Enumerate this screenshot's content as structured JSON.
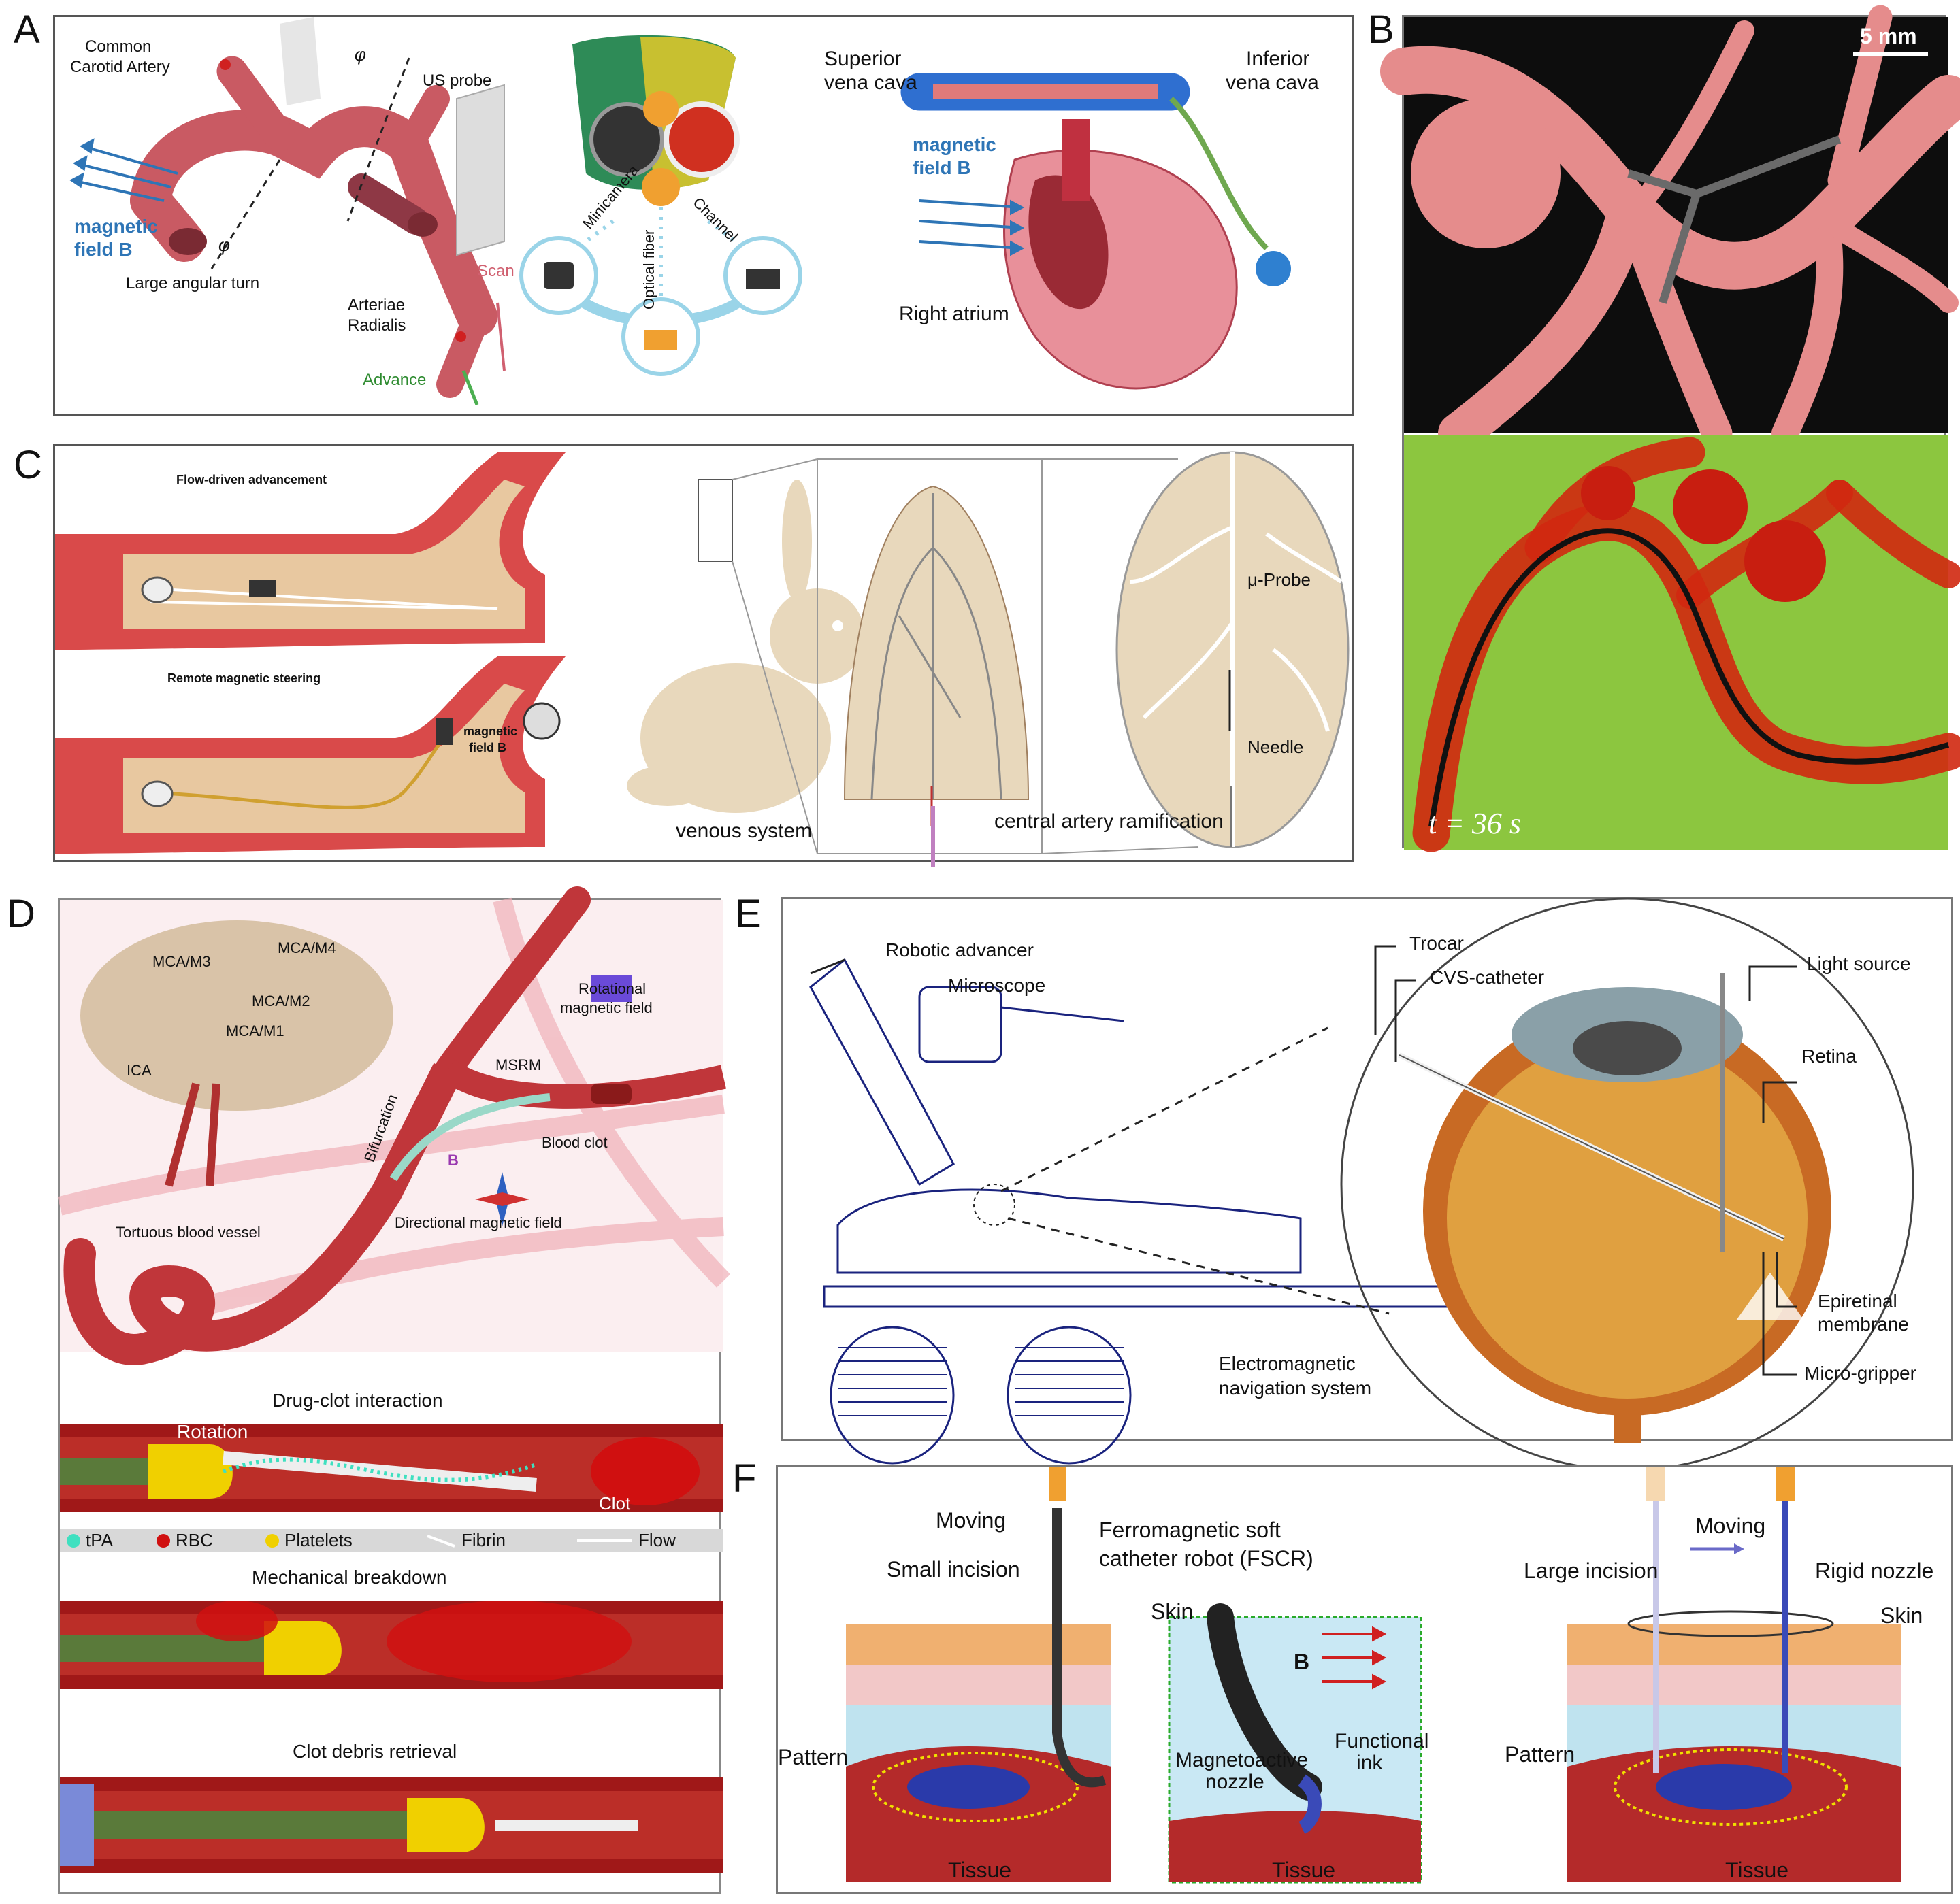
{
  "panels": {
    "A": {
      "label": "A",
      "common_carotid": [
        "Common",
        "Carotid Artery"
      ],
      "us_probe": "US probe",
      "magnetic_field": [
        "magnetic",
        "field B"
      ],
      "large_angular_turn": "Large angular turn",
      "arteriae_radialis": [
        "Arteriae",
        "Radialis"
      ],
      "scan": "Scan",
      "advance": "Advance",
      "phi": "φ",
      "minicamera": "Minicamera",
      "optical_fiber": "Optical fiber",
      "channel": "Channel",
      "superior_vena_cava": [
        "Superior",
        "vena cava"
      ],
      "inferior_vena_cava": [
        "Inferior",
        "vena cava"
      ],
      "magnetic_field_2": [
        "magnetic",
        "field B"
      ],
      "right_atrium": "Right atrium"
    },
    "B": {
      "label": "B",
      "scale_bar": "5 mm",
      "time": "t = 36 s"
    },
    "C": {
      "label": "C",
      "flow_driven": "Flow-driven advancement",
      "remote_steering": "Remote magnetic steering",
      "magnetic_field": [
        "magnetic",
        "field B"
      ],
      "mu_probe": "μ-Probe",
      "needle": "Needle",
      "venous_system": "venous system",
      "central_artery": "central artery ramification"
    },
    "D": {
      "label": "D",
      "mca_m3": "MCA/M3",
      "mca_m4": "MCA/M4",
      "mca_m2": "MCA/M2",
      "mca_m1": "MCA/M1",
      "ica": "ICA",
      "rotational_field": [
        "Rotational",
        "magnetic field"
      ],
      "msrm": "MSRM",
      "bifurcation": "Bifurcation",
      "blood_clot": "Blood clot",
      "b": "B",
      "directional_field": "Directional magnetic field",
      "tortuous": "Tortuous blood vessel",
      "drug_clot": "Drug-clot interaction",
      "rotation": "Rotation",
      "clot": "Clot",
      "legend": [
        "tPA",
        "RBC",
        "Platelets",
        "Fibrin",
        "Flow"
      ],
      "mechanical": "Mechanical breakdown",
      "debris": "Clot debris retrieval"
    },
    "E": {
      "label": "E",
      "robotic_advancer": "Robotic advancer",
      "microscope": "Microscope",
      "trocar": "Trocar",
      "cvs_catheter": "CVS-catheter",
      "light_source": "Light source",
      "retina": "Retina",
      "epiretinal": [
        "Epiretinal",
        "membrane"
      ],
      "micro_gripper": "Micro-gripper",
      "ems": [
        "Electromagnetic",
        "navigation system"
      ]
    },
    "F": {
      "label": "F",
      "moving": "Moving",
      "ferromagnetic": [
        "Ferromagnetic soft",
        "catheter robot (FSCR)"
      ],
      "small_incision": "Small incision",
      "skin": "Skin",
      "pattern": "Pattern",
      "tissue": "Tissue",
      "b": "B",
      "functional_ink": [
        "Functional",
        "ink"
      ],
      "magnetoactive": [
        "Magnetoactive",
        "nozzle"
      ],
      "moving_2": "Moving",
      "large_incision": "Large incision",
      "rigid_nozzle": "Rigid nozzle",
      "skin_2": "Skin",
      "pattern_2": "Pattern",
      "tissue_2": "Tissue"
    }
  },
  "colors": {
    "vessel": "#e0787a",
    "vessel_dark": "#b8393c",
    "tissue_tan": "#ead6b4",
    "green_bg": "#8cc63f",
    "magnetic_blue": "#2e75b6",
    "tpa": "#3fe0c0",
    "rbc": "#d01010",
    "platelets": "#f0d000"
  }
}
